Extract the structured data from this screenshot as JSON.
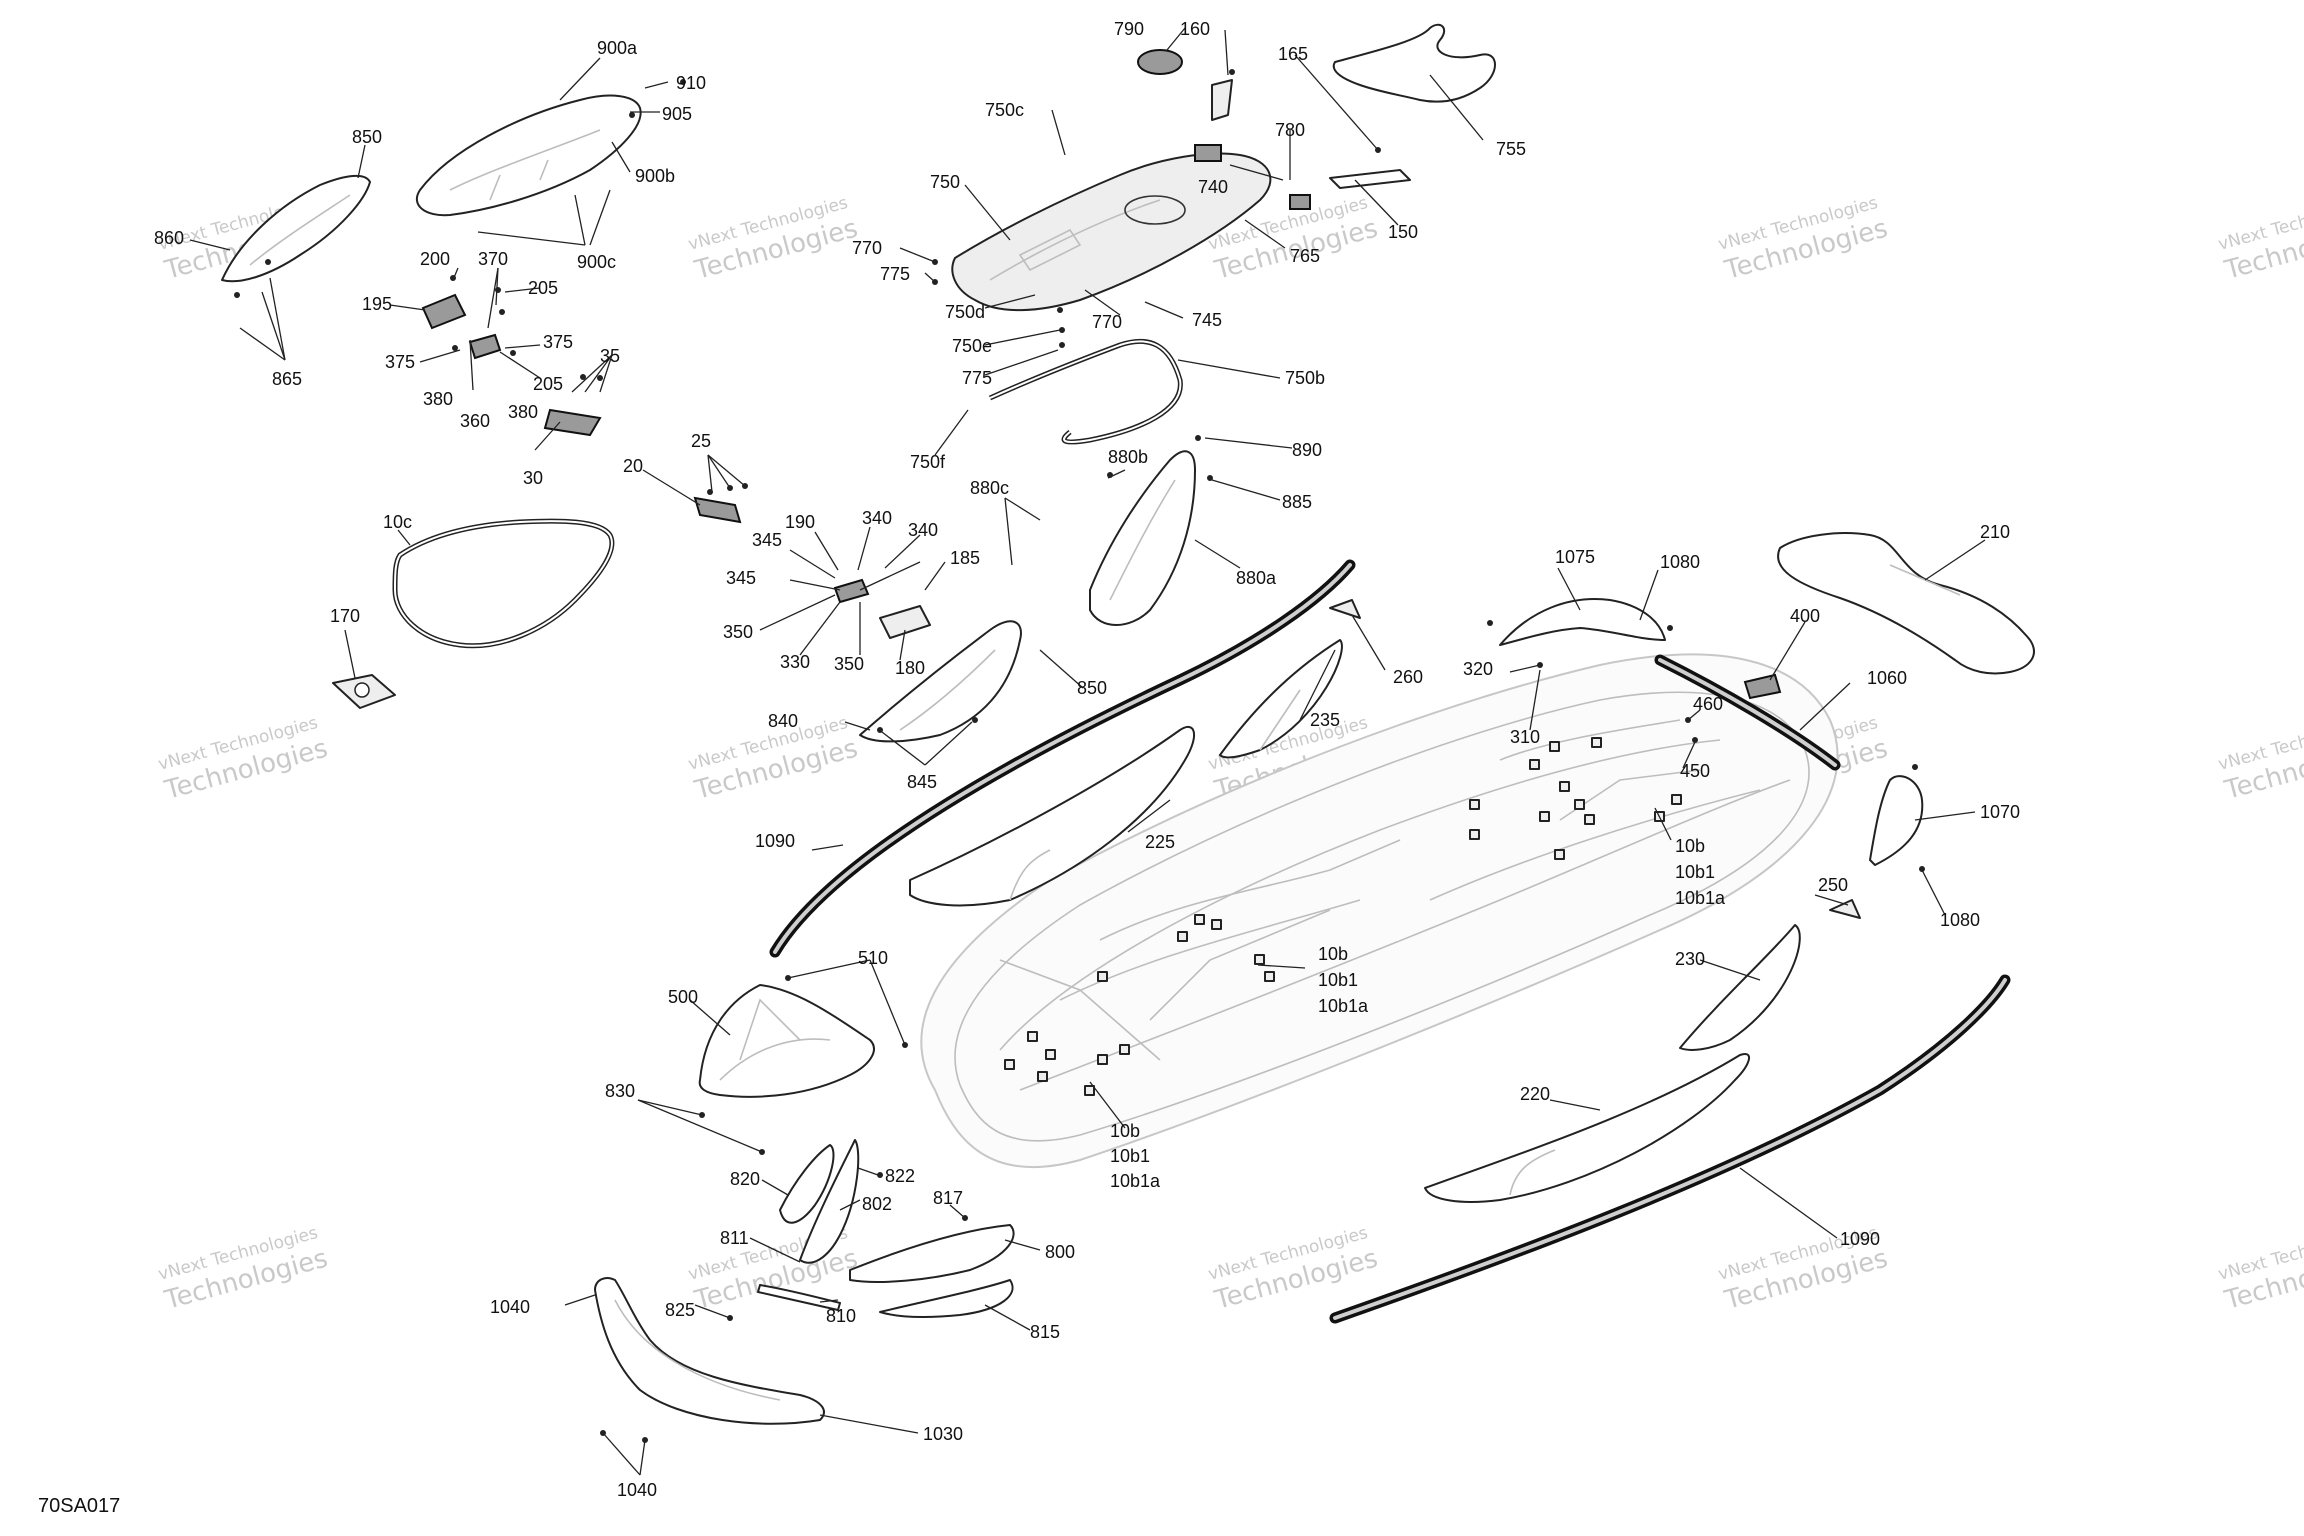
{
  "figure_id": "70SA017",
  "watermark": {
    "text_small": "vNext Technologies",
    "text_big": "Technologies"
  },
  "callouts": [
    "900a",
    "910",
    "905",
    "900b",
    "900c",
    "850",
    "860",
    "865",
    "200",
    "370",
    "205",
    "195",
    "375",
    "375",
    "380",
    "360",
    "380",
    "205",
    "35",
    "30",
    "790",
    "160",
    "165",
    "755",
    "750c",
    "780",
    "740",
    "750",
    "150",
    "770",
    "765",
    "775",
    "750d",
    "770",
    "745",
    "750e",
    "775",
    "750b",
    "750f",
    "890",
    "880b",
    "880c",
    "885",
    "880a",
    "25",
    "20",
    "10c",
    "170",
    "190",
    "340",
    "345",
    "340",
    "185",
    "345",
    "350",
    "330",
    "350",
    "180",
    "850",
    "1075",
    "1080",
    "210",
    "260",
    "320",
    "400",
    "235",
    "310",
    "840",
    "460",
    "1060",
    "845",
    "450",
    "1070",
    "1090",
    "225",
    "10b",
    "10b1",
    "10b1a",
    "250",
    "1080",
    "510",
    "500",
    "10b",
    "10b1",
    "10b1a",
    "230",
    "830",
    "220",
    "10b",
    "10b1",
    "10b1a",
    "822",
    "820",
    "802",
    "817",
    "800",
    "811",
    "1090",
    "1040",
    "825",
    "810",
    "815",
    "1030",
    "1040"
  ]
}
